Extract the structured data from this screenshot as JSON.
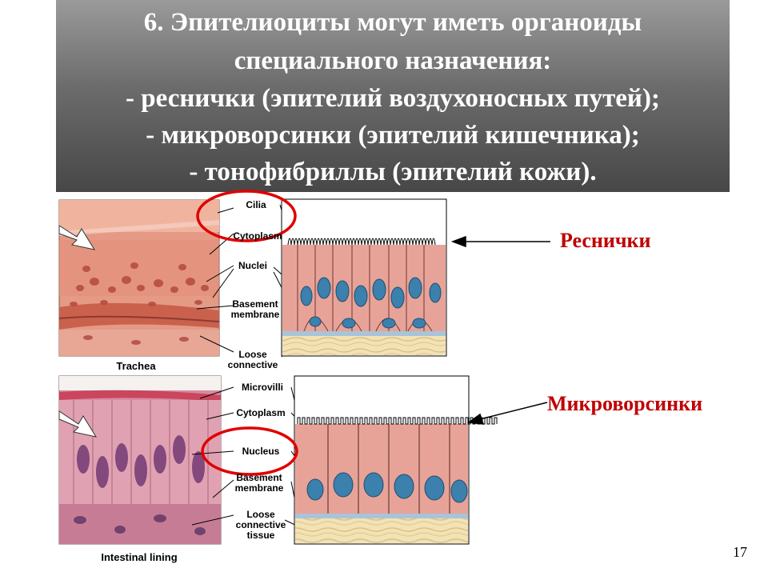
{
  "title": {
    "lines": [
      "6. Эпителиоциты могут иметь органоиды",
      "специального назначения:",
      "- реснички (эпителий воздухоносных путей);",
      "- микроворсинки (эпителий кишечника);",
      "- тонофибриллы (эпителий кожи)."
    ]
  },
  "figure_top": {
    "caption": "Trachea",
    "labels": {
      "cilia": "Cilia",
      "cytoplasm": "Cytoplasm",
      "nuclei": "Nuclei",
      "basement_1": "Basement",
      "basement_2": "membrane",
      "loose_1": "Loose",
      "loose_2": "connective"
    }
  },
  "figure_bottom": {
    "caption": "Intestinal lining",
    "labels": {
      "microvilli": "Microvilli",
      "cytoplasm": "Cytoplasm",
      "nucleus": "Nucleus",
      "basement_1": "Basement",
      "basement_2": "membrane",
      "loose_1": "Loose",
      "loose_2": "connective",
      "loose_3": "tissue"
    }
  },
  "annotations": {
    "cilia_ru": "Реснички",
    "microvilli_ru": "Микроворсинки"
  },
  "slide_number": "17",
  "colors": {
    "highlight_red": "#e00000",
    "label_red": "#c00000",
    "nucleus_blue": "#3c80ad",
    "cell_pink": "#e8a398"
  }
}
